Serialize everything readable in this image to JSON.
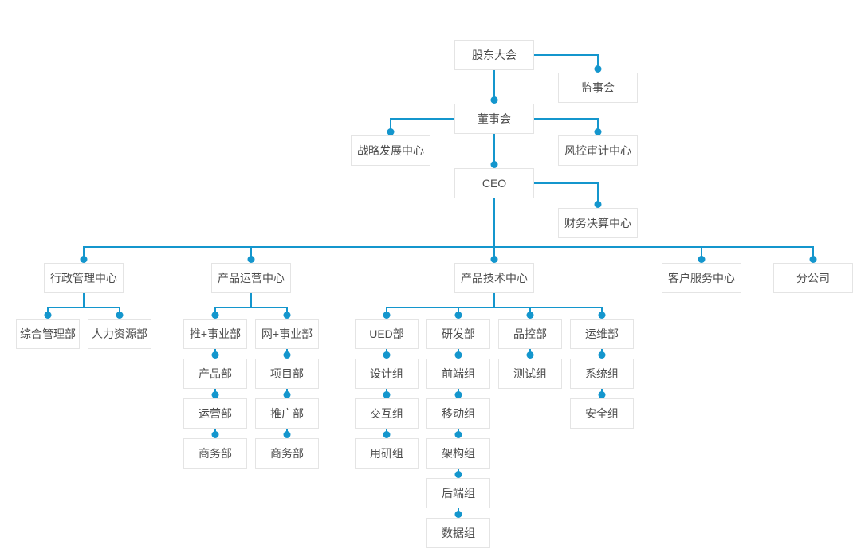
{
  "colors": {
    "connector_line": "#1496cd",
    "connector_dot": "#1496cd",
    "box_border": "#e4e4e4",
    "box_background": "#ffffff",
    "text": "#4d4d4d",
    "page_background": "#ffffff"
  },
  "org": {
    "nodes": {
      "shareholders": "股东大会",
      "supervisory": "监事会",
      "board": "董事会",
      "strategy_center": "战略发展中心",
      "risk_audit_center": "风控审计中心",
      "ceo": "CEO",
      "finance_center": "财务决算中心",
      "admin_center": "行政管理中心",
      "product_ops_center": "产品运营中心",
      "product_tech_center": "产品技术中心",
      "customer_service_center": "客户服务中心",
      "branch_company": "分公司",
      "general_mgmt_dept": "综合管理部",
      "hr_dept": "人力资源部",
      "tui_division": "推+事业部",
      "wang_division": "网+事业部",
      "product_dept": "产品部",
      "operations_dept": "运营部",
      "business_dept_1": "商务部",
      "project_dept": "项目部",
      "promotion_dept": "推广部",
      "business_dept_2": "商务部",
      "ued_dept": "UED部",
      "rd_dept": "研发部",
      "qc_dept": "品控部",
      "om_dept": "运维部",
      "design_group": "设计组",
      "interaction_group": "交互组",
      "user_research_group": "用研组",
      "frontend_group": "前端组",
      "mobile_group": "移动组",
      "architecture_group": "架构组",
      "backend_group": "后端组",
      "data_group": "数据组",
      "testing_group": "测试组",
      "system_group": "系统组",
      "security_group": "安全组"
    },
    "hierarchy": {
      "label": "股东大会",
      "children": [
        {
          "label": "监事会"
        },
        {
          "label": "董事会",
          "children": [
            {
              "label": "战略发展中心"
            },
            {
              "label": "风控审计中心"
            },
            {
              "label": "CEO",
              "children": [
                {
                  "label": "财务决算中心"
                },
                {
                  "label": "行政管理中心",
                  "children": [
                    {
                      "label": "综合管理部"
                    },
                    {
                      "label": "人力资源部"
                    }
                  ]
                },
                {
                  "label": "产品运营中心",
                  "children": [
                    {
                      "label": "推+事业部",
                      "children": [
                        {
                          "label": "产品部"
                        },
                        {
                          "label": "运营部"
                        },
                        {
                          "label": "商务部"
                        }
                      ]
                    },
                    {
                      "label": "网+事业部",
                      "children": [
                        {
                          "label": "项目部"
                        },
                        {
                          "label": "推广部"
                        },
                        {
                          "label": "商务部"
                        }
                      ]
                    }
                  ]
                },
                {
                  "label": "产品技术中心",
                  "children": [
                    {
                      "label": "UED部",
                      "children": [
                        {
                          "label": "设计组"
                        },
                        {
                          "label": "交互组"
                        },
                        {
                          "label": "用研组"
                        }
                      ]
                    },
                    {
                      "label": "研发部",
                      "children": [
                        {
                          "label": "前端组"
                        },
                        {
                          "label": "移动组"
                        },
                        {
                          "label": "架构组"
                        },
                        {
                          "label": "后端组"
                        },
                        {
                          "label": "数据组"
                        }
                      ]
                    },
                    {
                      "label": "品控部",
                      "children": [
                        {
                          "label": "测试组"
                        }
                      ]
                    },
                    {
                      "label": "运维部",
                      "children": [
                        {
                          "label": "系统组"
                        },
                        {
                          "label": "安全组"
                        }
                      ]
                    }
                  ]
                },
                {
                  "label": "客户服务中心"
                },
                {
                  "label": "分公司"
                }
              ]
            }
          ]
        }
      ]
    }
  }
}
